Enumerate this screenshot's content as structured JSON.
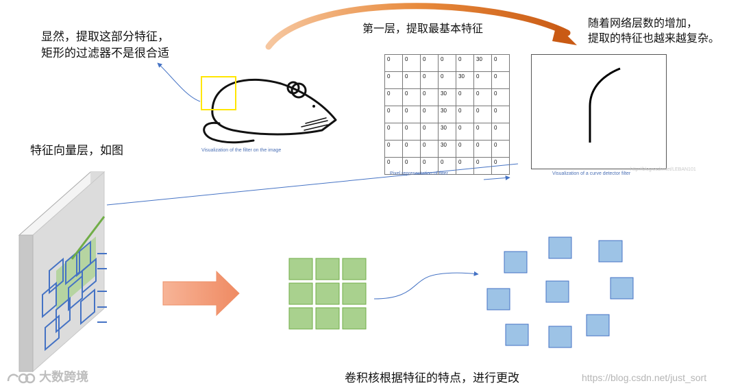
{
  "texts": {
    "mouse_note_line1": "显然，提取这部分特征，",
    "mouse_note_line2": "矩形的过滤器不是很合适",
    "first_layer": "第一层，提取最基本特征",
    "deeper_line1": "随着网络层数的增加，",
    "deeper_line2": "提取的特征也越来越复杂。",
    "feature_layer": "特征向量层，如图",
    "conv_note": "卷积核根据特征的特点，进行更改"
  },
  "captions": {
    "mouse": "Visualization of the filter on the image",
    "pixel": "Pixel representation  of filter",
    "curve": "Visualization of a curve detector filter"
  },
  "filter_matrix": [
    [
      "0",
      "0",
      "0",
      "0",
      "0",
      "30",
      "0"
    ],
    [
      "0",
      "0",
      "0",
      "0",
      "30",
      "0",
      "0"
    ],
    [
      "0",
      "0",
      "0",
      "30",
      "0",
      "0",
      "0"
    ],
    [
      "0",
      "0",
      "0",
      "30",
      "0",
      "0",
      "0"
    ],
    [
      "0",
      "0",
      "0",
      "30",
      "0",
      "0",
      "0"
    ],
    [
      "0",
      "0",
      "0",
      "30",
      "0",
      "0",
      "0"
    ],
    [
      "0",
      "0",
      "0",
      "0",
      "0",
      "0",
      "0"
    ]
  ],
  "watermarks": {
    "faint": "http://blog.csdn.net/LEBAN101",
    "url": "https://blog.csdn.net/just_sort",
    "logo": "大数跨境"
  },
  "colors": {
    "top_arrow": "#d9691f",
    "big_arrow": "#f3a183",
    "green_cell": "#a9d18e",
    "green_border": "#70ad47",
    "blue_square": "#9dc3e6",
    "blue_border": "#4472c4",
    "link_line": "#4472c4",
    "highlight_box": "#ffe600"
  },
  "icons": [
    "logo-icon"
  ]
}
